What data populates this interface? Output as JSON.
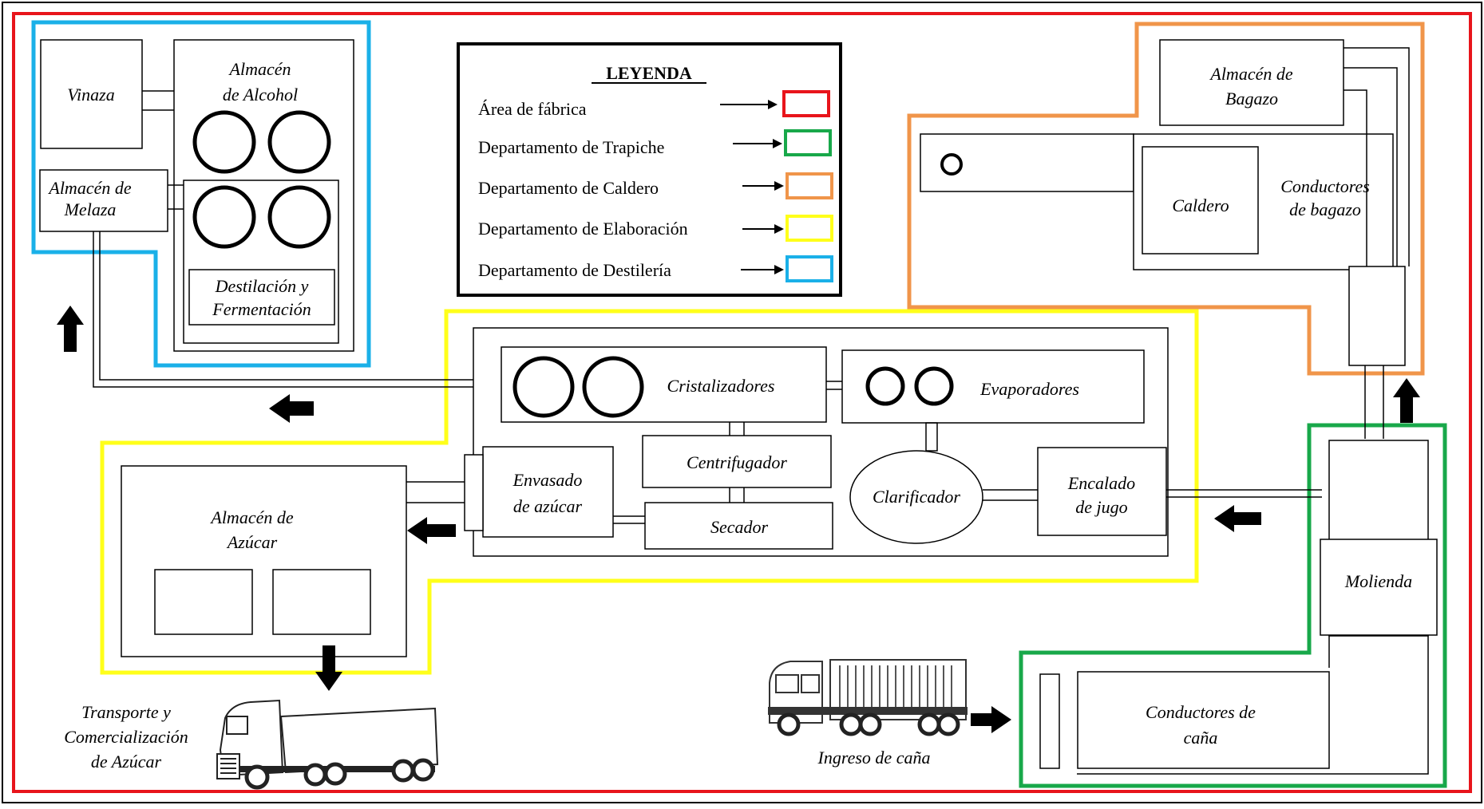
{
  "legend": {
    "title": "LEYENDA",
    "items": [
      {
        "label": "Área de fábrica",
        "color": "#e8141b"
      },
      {
        "label": "Departamento de Trapiche",
        "color": "#18a84a"
      },
      {
        "label": "Departamento de Caldero",
        "color": "#f0954a"
      },
      {
        "label": "Departamento de Elaboración",
        "color": "#ffff1a"
      },
      {
        "label": "Departamento de Destilería",
        "color": "#1ab0e8"
      }
    ]
  },
  "labels": {
    "vinaza": "Vinaza",
    "almacen_alcohol": [
      "Almacén",
      "de Alcohol"
    ],
    "almacen_melaza": [
      "Almacén de",
      "Melaza"
    ],
    "destilacion": [
      "Destilación y",
      "Fermentación"
    ],
    "almacen_bagazo": [
      "Almacén de",
      "Bagazo"
    ],
    "caldero": "Caldero",
    "conductores_bagazo": [
      "Conductores",
      "de bagazo"
    ],
    "cristalizadores": "Cristalizadores",
    "evaporadores": "Evaporadores",
    "centrifugador": "Centrifugador",
    "envasado": [
      "Envasado",
      "de azúcar"
    ],
    "secador": "Secador",
    "clarificador": "Clarificador",
    "encalado": [
      "Encalado",
      "de jugo"
    ],
    "almacen_azucar": [
      "Almacén de",
      "Azúcar"
    ],
    "molienda": "Molienda",
    "conductores_cana": [
      "Conductores de",
      "caña"
    ],
    "ingreso_cana": "Ingreso de caña",
    "transporte": [
      "Transporte y",
      "Comercialización",
      "de Azúcar"
    ]
  }
}
